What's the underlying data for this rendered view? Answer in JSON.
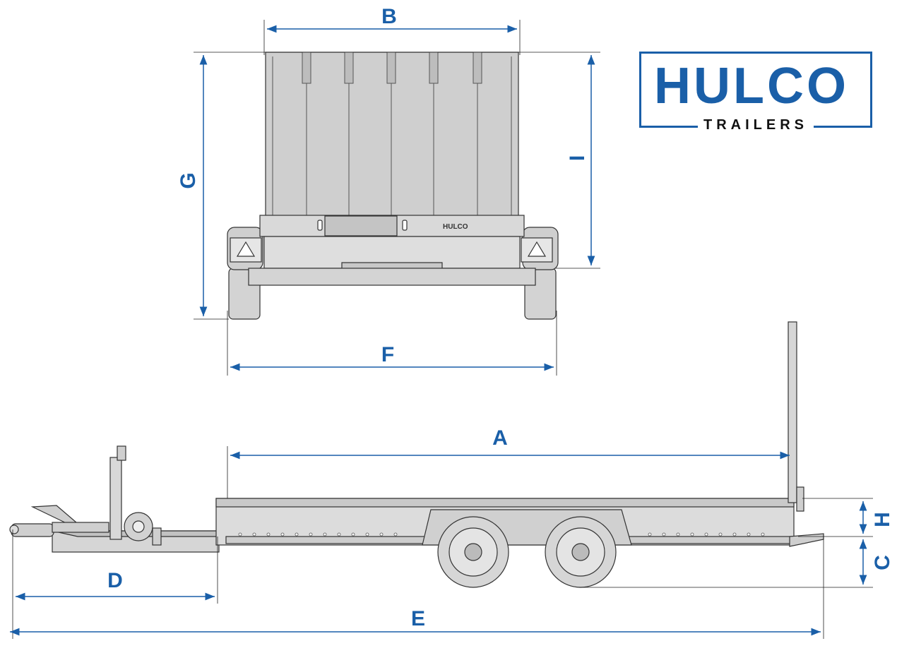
{
  "logo": {
    "main": "HULCO",
    "sub": "TRAILERS"
  },
  "badge_text": "HULCO",
  "dimensions": {
    "A": "A",
    "B": "B",
    "C": "C",
    "D": "D",
    "E": "E",
    "F": "F",
    "G": "G",
    "H": "H",
    "I": "I"
  },
  "colors": {
    "dimension": "#1a5fa8",
    "outline": "#333333",
    "body": "#d9d9d9",
    "body_dark": "#bfbfbf"
  }
}
